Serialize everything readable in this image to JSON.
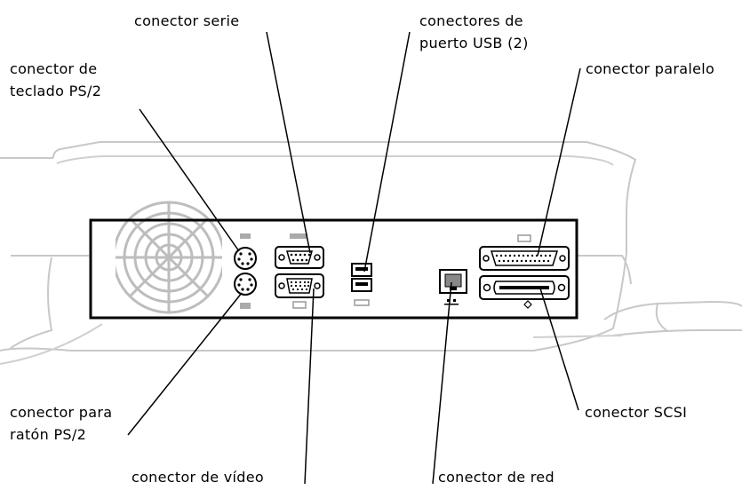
{
  "labels": {
    "serial": "conector serie",
    "usb_line1": "conectores de",
    "usb_line2": "puerto USB (2)",
    "keyboard_line1": "conector de",
    "keyboard_line2": "teclado PS/2",
    "parallel": "conector paralelo",
    "mouse_line1": "conector para",
    "mouse_line2": "ratón PS/2",
    "scsi": "conector SCSI",
    "video": "conector de vídeo",
    "network": "conector de red"
  }
}
